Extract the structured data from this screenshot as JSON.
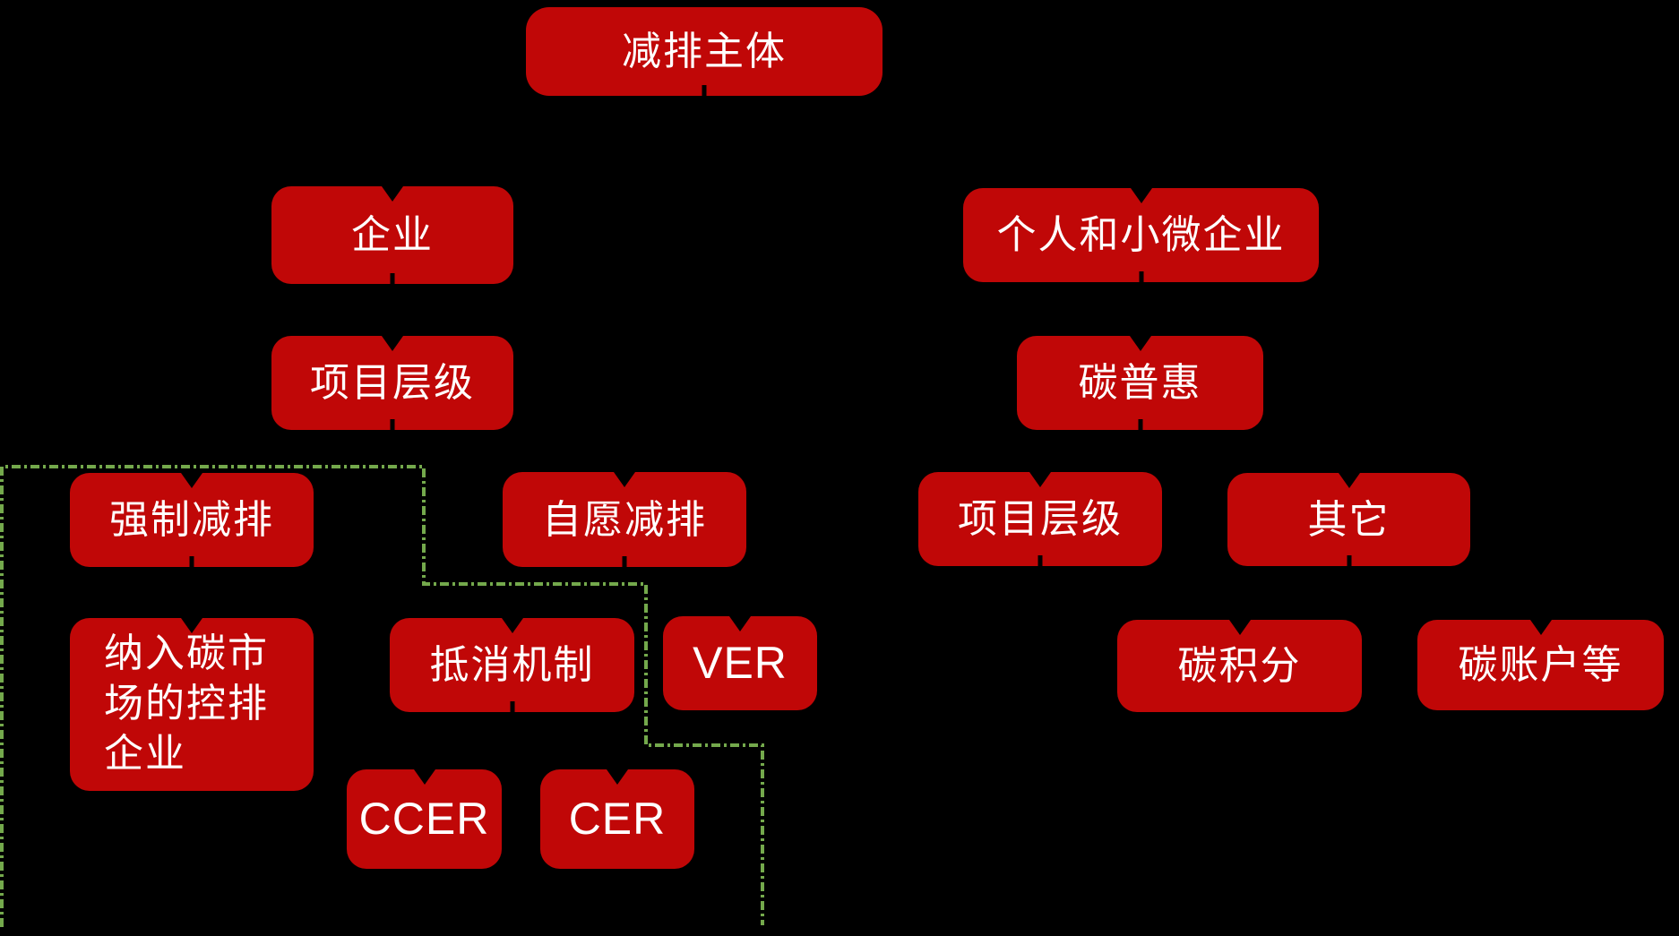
{
  "colors": {
    "background": "#000000",
    "box_fill": "#c00707",
    "box_text": "#ffffff",
    "boundary_line": "#74a94c"
  },
  "diagram": {
    "title_node": "减排主体",
    "boundary_line_style": "dash-dot",
    "nodes": {
      "root": {
        "label": "减排主体"
      },
      "enterprise": {
        "label": "企业"
      },
      "individual": {
        "label": "个人和小微企业"
      },
      "project_level_left": {
        "label": "项目层级"
      },
      "carbon_inclusion": {
        "label": "碳普惠"
      },
      "mandatory": {
        "label": "强制减排"
      },
      "voluntary": {
        "label": "自愿减排"
      },
      "project_level_right": {
        "label": "项目层级"
      },
      "other": {
        "label": "其它"
      },
      "market_enterprises": {
        "label": "纳入碳市场的控排企业"
      },
      "offset_mechanism": {
        "label": "抵消机制"
      },
      "ver": {
        "label": "VER"
      },
      "carbon_credits": {
        "label": "碳积分"
      },
      "carbon_accounts": {
        "label": "碳账户等"
      },
      "ccer": {
        "label": "CCER"
      },
      "cer": {
        "label": "CER"
      }
    }
  }
}
